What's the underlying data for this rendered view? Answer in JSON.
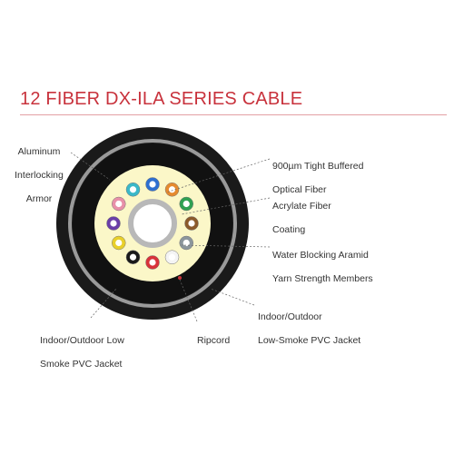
{
  "title": "12 FIBER DX-ILA SERIES CABLE",
  "colors": {
    "title": "#c8323c",
    "rule": "#e3a0a4",
    "outer_jacket": "#1a1a1a",
    "armor": "#9a9a9a",
    "inner_jacket": "#111111",
    "aramid_yarn": "#fbf7c8",
    "core_ring": "#b8b8b8",
    "leader_line": "#666666"
  },
  "labels": {
    "armor": [
      "Aluminum",
      "Interlocking",
      "Armor"
    ],
    "buffered_fiber": [
      "900µm Tight Buffered",
      "Optical Fiber"
    ],
    "coating": [
      "Acrylate Fiber",
      "Coating"
    ],
    "aramid": [
      "Water Blocking Aramid",
      "Yarn Strength Members"
    ],
    "outer_jacket": [
      "Indoor/Outdoor",
      "Low-Smoke PVC Jacket"
    ],
    "ripcord": [
      "Ripcord"
    ],
    "inner_jacket": [
      "Indoor/Outdoor Low",
      "Smoke PVC Jacket"
    ]
  },
  "fiber_colors": [
    {
      "name": "blue",
      "hex": "#2e6fd0"
    },
    {
      "name": "orange",
      "hex": "#e58a2e"
    },
    {
      "name": "green",
      "hex": "#2fa052"
    },
    {
      "name": "brown",
      "hex": "#8b5a2b"
    },
    {
      "name": "slate",
      "hex": "#8c969c"
    },
    {
      "name": "white",
      "hex": "#f4f4f4"
    },
    {
      "name": "red",
      "hex": "#d8323a"
    },
    {
      "name": "black",
      "hex": "#1a1a1a"
    },
    {
      "name": "yellow",
      "hex": "#e8cf2a"
    },
    {
      "name": "violet",
      "hex": "#6a3ea8"
    },
    {
      "name": "rose",
      "hex": "#e890a8"
    },
    {
      "name": "aqua",
      "hex": "#3ab8c8"
    }
  ]
}
